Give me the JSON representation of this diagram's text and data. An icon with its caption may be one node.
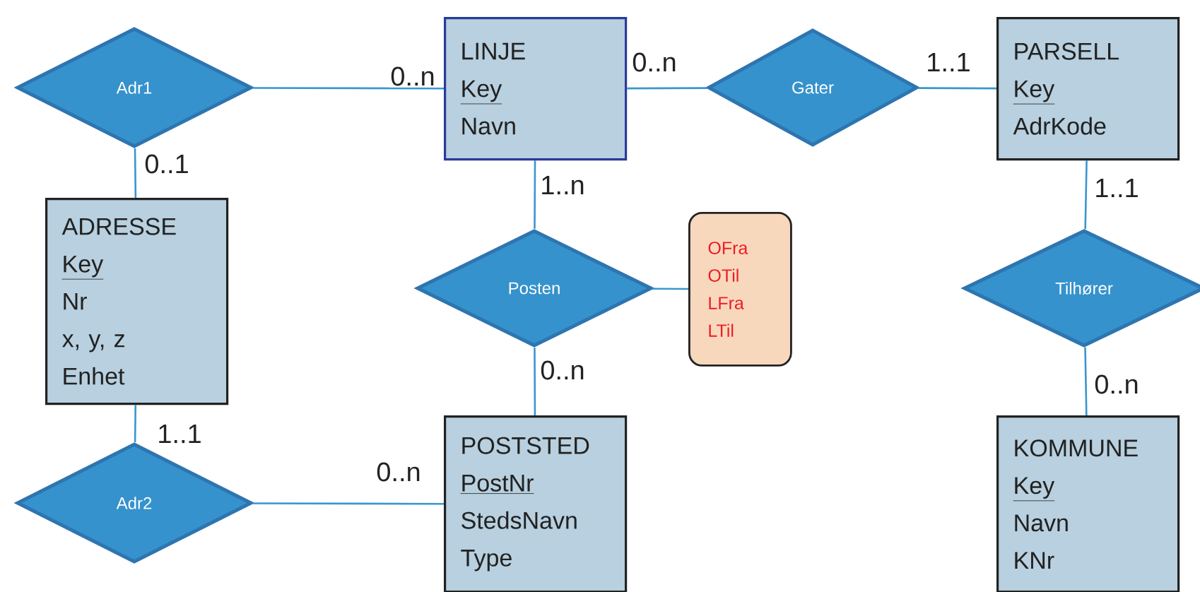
{
  "diagram": {
    "nodes": [
      {
        "text": [
          "Adr1"
        ]
      },
      {
        "text": [
          "LINJE",
          "Key",
          "Navn"
        ]
      },
      {
        "text": [
          "Gater"
        ]
      },
      {
        "text": [
          "PARSELL",
          "Key",
          "AdrKode"
        ]
      },
      {
        "text": [
          "ADRESSE",
          "Key",
          "Nr",
          "x, y, z",
          "Enhet"
        ]
      },
      {
        "text": [
          "Posten"
        ]
      },
      {
        "text": [
          "OFra",
          "OTil",
          "LFra",
          "LTil"
        ]
      },
      {
        "text": [
          "Tilhører"
        ]
      },
      {
        "text": [
          "POSTSTED",
          "PostNr",
          "StedsNavn",
          "Type"
        ]
      },
      {
        "text": [
          "Adr2"
        ]
      },
      {
        "text": [
          "KOMMUNE",
          "Key",
          "Navn",
          "KNr"
        ]
      }
    ],
    "edges": [
      {
        "from": 0,
        "to": 1,
        "arrow": "none",
        "label": "0..n"
      },
      {
        "from": 0,
        "to": 4,
        "arrow": "none",
        "label": "0..1"
      },
      {
        "from": 1,
        "to": 2,
        "arrow": "none",
        "label": "0..n"
      },
      {
        "from": 2,
        "to": 3,
        "arrow": "none",
        "label": "1..1"
      },
      {
        "from": 1,
        "to": 5,
        "arrow": "none",
        "label": "1..n"
      },
      {
        "from": 5,
        "to": 8,
        "arrow": "none",
        "label": "0..n"
      },
      {
        "from": 5,
        "to": 6,
        "arrow": "none"
      },
      {
        "from": 3,
        "to": 7,
        "arrow": "none",
        "label": "1..1"
      },
      {
        "from": 7,
        "to": 10,
        "arrow": "none",
        "label": "0..n"
      },
      {
        "from": 4,
        "to": 9,
        "arrow": "none",
        "label": "1..1"
      },
      {
        "from": 9,
        "to": 8,
        "arrow": "none",
        "label": "0..n"
      }
    ]
  }
}
